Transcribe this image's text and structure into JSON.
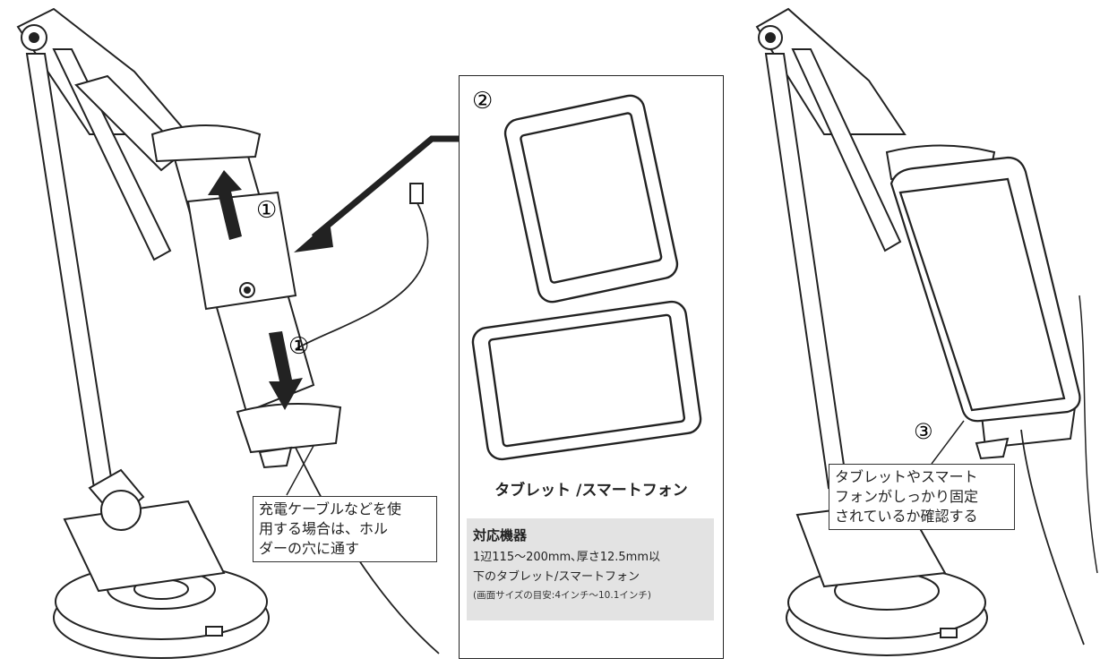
{
  "steps": {
    "step1_top": "①",
    "step1_bottom": "①",
    "step2": "②",
    "step3": "③"
  },
  "callouts": {
    "cable_line1": "充電ケーブルなどを使",
    "cable_line2": "用する場合は、ホル",
    "cable_line3": "ダーの穴に通す",
    "confirm_line1": "タブレットやスマート",
    "confirm_line2": "フォンがしっかり固定",
    "confirm_line3": "されているか確認する"
  },
  "panel": {
    "caption": "タブレット /スマートフォン",
    "spec_title": "対応機器",
    "spec_line1": "1辺115～200mm､厚さ12.5mm以",
    "spec_line2": "下のタブレット/スマートフォン",
    "spec_note": "(画面サイズの目安:4インチ～10.1インチ)"
  },
  "colors": {
    "line": "#222222",
    "spec_bg": "#e3e3e3"
  }
}
